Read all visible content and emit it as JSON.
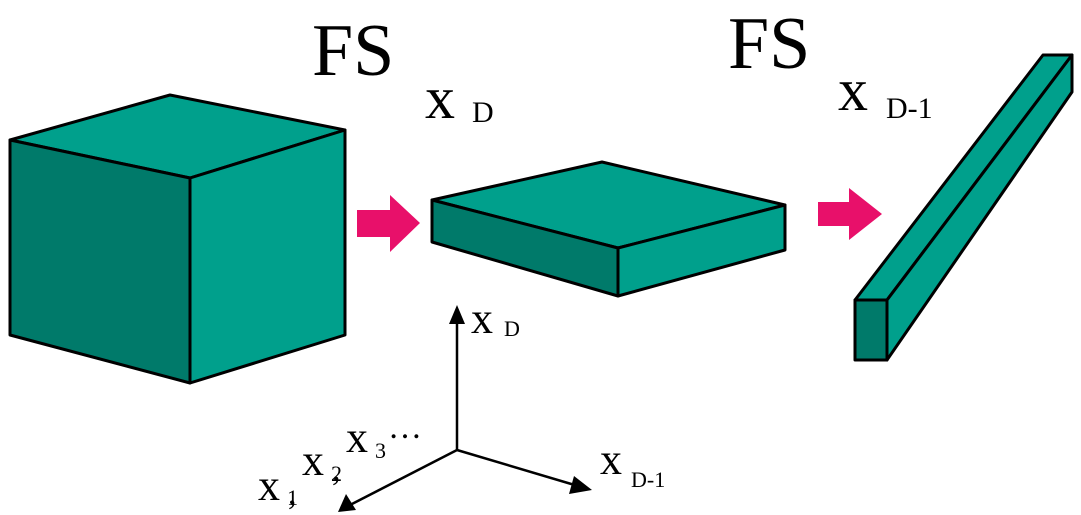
{
  "colors": {
    "face_top": "#00a08c",
    "face_front": "#007a6a",
    "face_side": "#00a08c",
    "arrow": "#e8106a",
    "edge": "#000000"
  },
  "labels": {
    "fs1": {
      "main": "FS",
      "var": "x",
      "sub": "D"
    },
    "fs2": {
      "main": "FS",
      "var": "x",
      "sub": "D-1"
    }
  },
  "axes": {
    "up": {
      "var": "x",
      "sub": "D"
    },
    "right": {
      "var": "x",
      "sub": "D-1"
    },
    "left": {
      "x1": "x",
      "x1_sub": "1",
      "x2": "x",
      "x2_sub": "2",
      "x3": "x",
      "x3_sub": "3",
      "sep": ",",
      "ellipsis": "…"
    }
  }
}
